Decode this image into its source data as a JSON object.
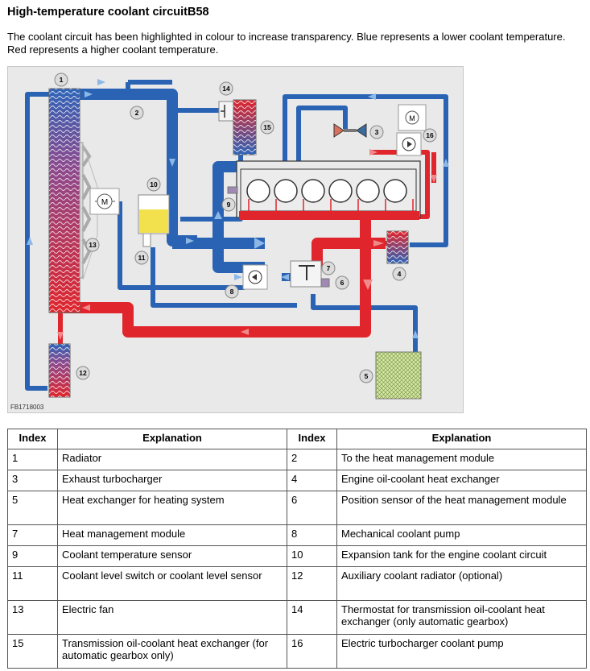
{
  "title": "High-temperature coolant circuitB58",
  "intro": "The coolant circuit has been highlighted in colour to increase transparency. Blue represents a lower coolant temperature. Red represents a higher coolant temperature.",
  "figure": {
    "code": "FB1718003",
    "callouts": [
      "1",
      "2",
      "3",
      "4",
      "5",
      "6",
      "7",
      "8",
      "9",
      "10",
      "11",
      "12",
      "13",
      "14",
      "15",
      "16"
    ],
    "motor_label": "M",
    "colors": {
      "cold": "#2a63b4",
      "hot": "#e0252c",
      "frame": "#e9e9e9"
    }
  },
  "table": {
    "headers": [
      "Index",
      "Explanation",
      "Index",
      "Explanation"
    ],
    "rows": [
      [
        "1",
        "Radiator",
        "2",
        "To the heat management module"
      ],
      [
        "3",
        "Exhaust turbocharger",
        "4",
        "Engine oil-coolant heat exchanger"
      ],
      [
        "5",
        "Heat exchanger for heating system",
        "6",
        "Position sensor of the heat management module"
      ],
      [
        "7",
        "Heat management module",
        "8",
        "Mechanical coolant pump"
      ],
      [
        "9",
        "Coolant temperature sensor",
        "10",
        "Expansion tank for the engine coolant circuit"
      ],
      [
        "11",
        "Coolant level switch or coolant level sensor",
        "12",
        "Auxiliary coolant radiator (optional)"
      ],
      [
        "13",
        "Electric fan",
        "14",
        "Thermostat for transmission oil-coolant heat exchanger (only automatic gearbox)"
      ],
      [
        "15",
        "Transmission oil-coolant heat exchanger (for automatic gearbox only)",
        "16",
        "Electric turbocharger coolant pump"
      ]
    ]
  }
}
